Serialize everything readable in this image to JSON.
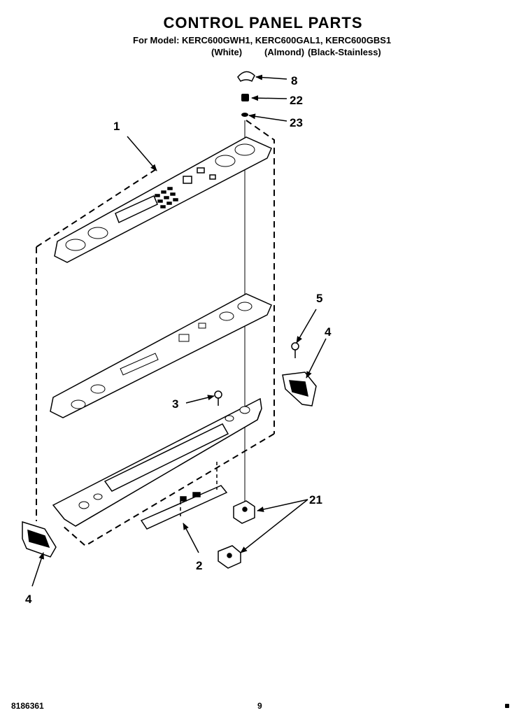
{
  "header": {
    "title": "CONTROL PANEL PARTS",
    "model_line": "For Model: KERC600GWH1, KERC600GAL1, KERC600GBS1",
    "variant_white": "(White)",
    "variant_almond": "(Almond)",
    "variant_black": "(Black-Stainless)"
  },
  "callouts": {
    "c8": "8",
    "c22": "22",
    "c23": "23",
    "c1": "1",
    "c5": "5",
    "c4_right": "4",
    "c3": "3",
    "c21": "21",
    "c2": "2",
    "c4_left": "4"
  },
  "footer": {
    "doc_number": "8186361",
    "page_number": "9"
  }
}
